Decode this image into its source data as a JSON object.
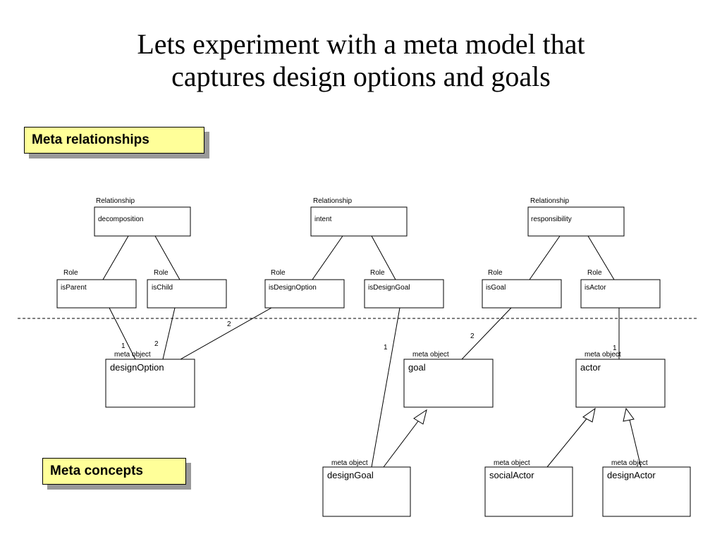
{
  "title": {
    "line1": "Lets experiment with a meta model that",
    "line2": "captures design options and goals"
  },
  "notes": {
    "relationships": "Meta relationships",
    "concepts": "Meta concepts"
  },
  "labels": {
    "relationship": "Relationship",
    "role": "Role",
    "meta_object": "meta object"
  },
  "relationships": [
    {
      "name": "decomposition"
    },
    {
      "name": "intent"
    },
    {
      "name": "responsibility"
    }
  ],
  "roles": [
    {
      "name": "isParent"
    },
    {
      "name": "isChild"
    },
    {
      "name": "isDesignOption"
    },
    {
      "name": "isDesignGoal"
    },
    {
      "name": "isGoal"
    },
    {
      "name": "isActor"
    }
  ],
  "meta_objects": [
    {
      "name": "designOption"
    },
    {
      "name": "goal"
    },
    {
      "name": "actor"
    },
    {
      "name": "designGoal"
    },
    {
      "name": "socialActor"
    },
    {
      "name": "designActor"
    }
  ],
  "multiplicities": [
    {
      "value": "1"
    },
    {
      "value": "2"
    },
    {
      "value": "2"
    },
    {
      "value": "1"
    },
    {
      "value": "2"
    },
    {
      "value": "1"
    }
  ],
  "colors": {
    "note_fill": "#ffff99",
    "note_shadow": "#999999"
  }
}
